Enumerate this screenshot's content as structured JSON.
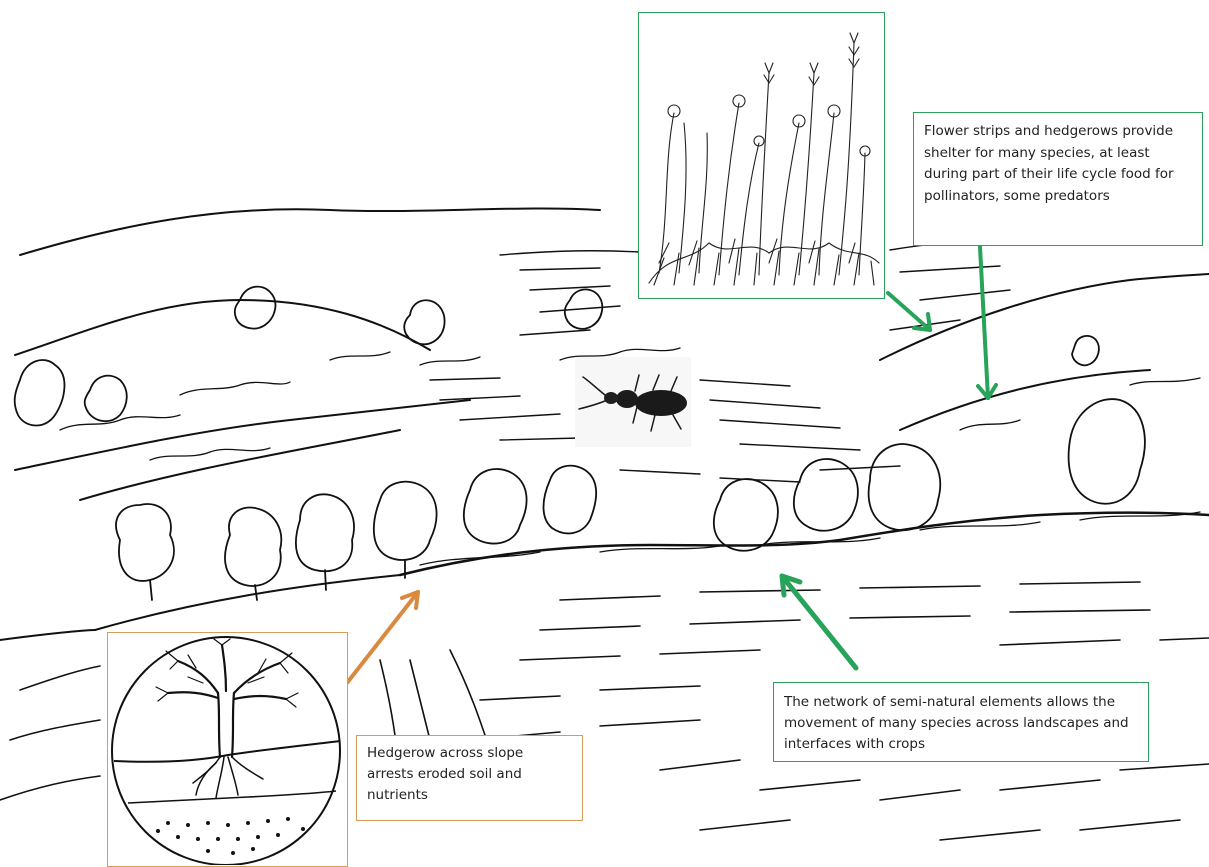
{
  "callouts": {
    "flower_strips": {
      "text": "Flower strips and hedgerows provide shelter for many species, at least during part of their life cycle food for pollinators, some predators"
    },
    "network": {
      "text": "The network of semi-natural elements allows the movement of many species across landscapes and interfaces with crops"
    },
    "hedgerow": {
      "text": "Hedgerow across slope arrests eroded soil and nutrients"
    }
  },
  "colors": {
    "green_arrow": "#27a35a",
    "green_border": "#2e9e5b",
    "orange_arrow": "#d98a3f",
    "orange_border": "#d99a5b",
    "ink": "#111111"
  },
  "icons": {
    "beetle": "ground-beetle-photo",
    "flower_strip": "flower-strip-illustration",
    "tree_root": "tree-root-cross-section"
  }
}
